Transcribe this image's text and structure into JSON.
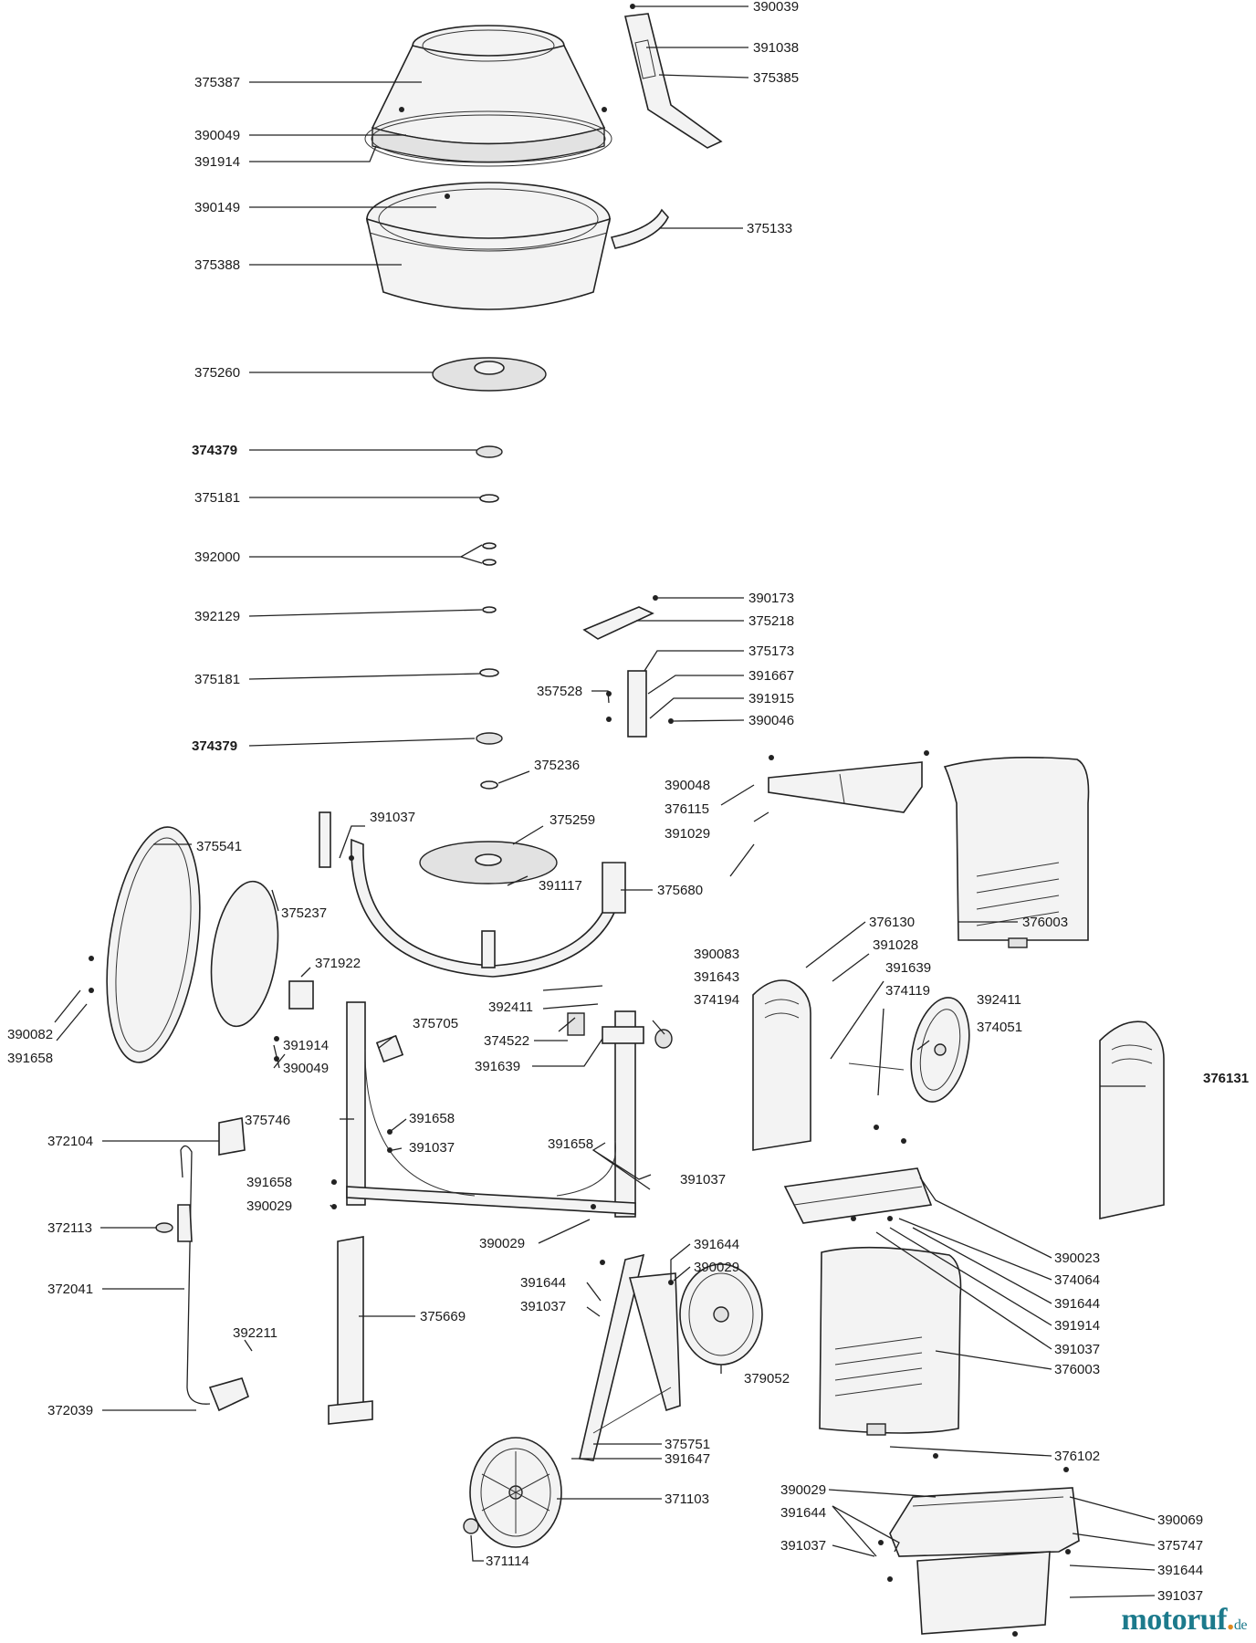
{
  "diagram": {
    "labels": {
      "l375387": "375387",
      "l390049a": "390049",
      "l391914a": "391914",
      "l390149": "390149",
      "l375388": "375388",
      "l375260": "375260",
      "l374379a": "374379",
      "l375181a": "375181",
      "l392000": "392000",
      "l392129": "392129",
      "l375181b": "375181",
      "l374379b": "374379",
      "l390039": "390039",
      "l391038": "391038",
      "l375385": "375385",
      "l375133": "375133",
      "l390173": "390173",
      "l375218": "375218",
      "l375173": "375173",
      "l391667": "391667",
      "l391915": "391915",
      "l390046": "390046",
      "l357528": "357528",
      "l375236": "375236",
      "l375259": "375259",
      "l391037a": "391037",
      "l391117": "391117",
      "l375680": "375680",
      "l375541": "375541",
      "l375237": "375237",
      "l371922": "371922",
      "l390082": "390082",
      "l391658a": "391658",
      "l391914b": "391914",
      "l390049b": "390049",
      "l390048": "390048",
      "l376115": "376115",
      "l391029": "391029",
      "l376003a": "376003",
      "l376130": "376130",
      "l391028": "391028",
      "l391639a": "391639",
      "l374119": "374119",
      "l392411a": "392411",
      "l374051": "374051",
      "l376131": "376131",
      "l390083": "390083",
      "l391643": "391643",
      "l392411b": "392411",
      "l374194": "374194",
      "l374522": "374522",
      "l375705": "375705",
      "l391639b": "391639",
      "l375746": "375746",
      "l391658b": "391658",
      "l391037b": "391037",
      "l372104": "372104",
      "l391658c": "391658",
      "l391037c": "391037",
      "l391658d": "391658",
      "l390029a": "390029",
      "l372113": "372113",
      "l390029b": "390029",
      "l391644a": "391644",
      "l390029c": "390029",
      "l391644b": "391644",
      "l391037d": "391037",
      "l372041": "372041",
      "l375669": "375669",
      "l392211": "392211",
      "l379052": "379052",
      "l372039": "372039",
      "l375751": "375751",
      "l391647": "391647",
      "l371103": "371103",
      "l371114": "371114",
      "l390023": "390023",
      "l374064": "374064",
      "l391644c": "391644",
      "l391914c": "391914",
      "l391037e": "391037",
      "l376003b": "376003",
      "l376102": "376102",
      "l390029d": "390029",
      "l391644d": "391644",
      "l390069": "390069",
      "l391037f": "391037",
      "l375747": "375747",
      "l391644e": "391644",
      "l391037g": "391037"
    }
  },
  "watermark": {
    "name": "motoruf",
    "dot": ".",
    "tld": "de"
  }
}
